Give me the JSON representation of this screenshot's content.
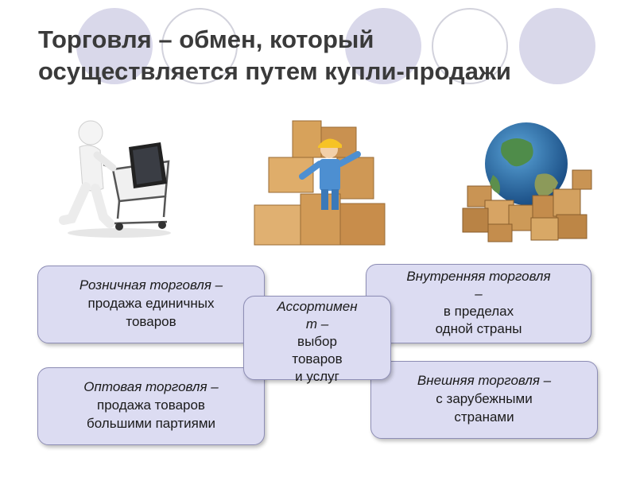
{
  "slide": {
    "title_line1": "Торговля – обмен, который",
    "title_line2": "осуществляется путем купли-продажи"
  },
  "boxes": {
    "retail": {
      "line1": "Розничная торговля –",
      "line2": "продажа единичных",
      "line3": "товаров"
    },
    "domestic": {
      "line1": "Внутренняя торговля",
      "line2": "–",
      "line3": "в пределах",
      "line4": "одной страны"
    },
    "assortment": {
      "line1": "Ассортимен",
      "line2": "т –",
      "line3": "выбор",
      "line4": "товаров",
      "line5": "и услуг"
    },
    "wholesale": {
      "line1": "Оптовая торговля –",
      "line2": "продажа товаров",
      "line3": "большими партиями"
    },
    "foreign": {
      "line1": "Внешняя торговля –",
      "line2": "с зарубежными",
      "line3": "странами"
    }
  },
  "illustrations": {
    "shopper": "person-with-shopping-cart-icon",
    "boxes": "worker-with-boxes-icon",
    "globe": "globe-with-boxes-icon"
  },
  "colors": {
    "box_fill": "#dcdcf2",
    "box_border": "#8d8db5",
    "title_text": "#3a3a3a",
    "deco_circle": "#d9d8ea"
  }
}
